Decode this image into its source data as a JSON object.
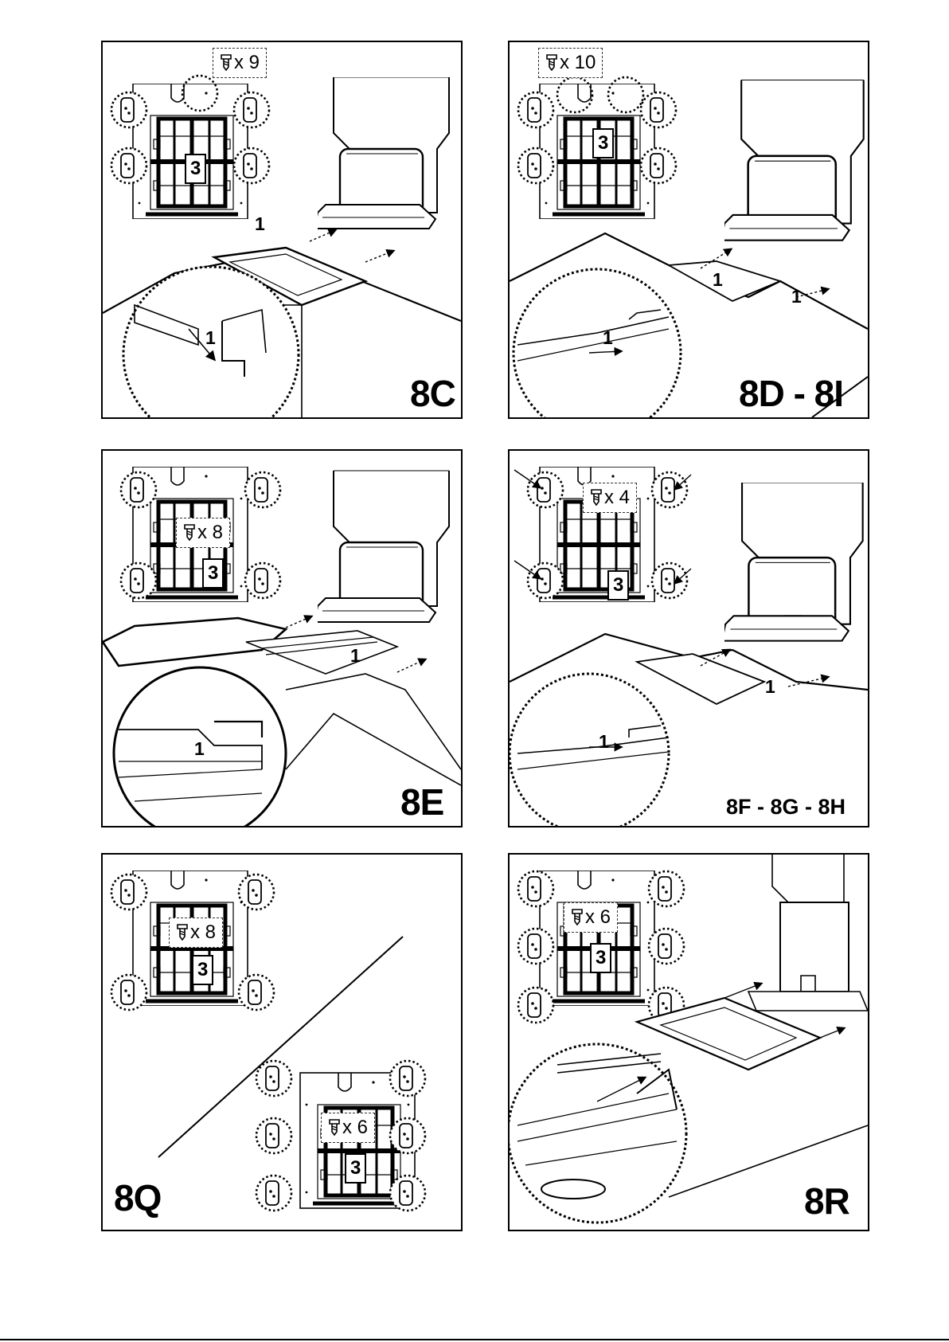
{
  "panels": [
    {
      "code": "8C",
      "screws": "x 9",
      "part": "3",
      "step": "1"
    },
    {
      "code": "8D - 8I",
      "screws": "x 10",
      "part": "3",
      "step": "1"
    },
    {
      "code": "8E",
      "screws": "x 8",
      "part": "3",
      "step": "1"
    },
    {
      "code": "8F - 8G - 8H",
      "screws": "x 4",
      "part": "3",
      "step": "1"
    },
    {
      "code": "8Q",
      "screws": "x 8",
      "screws_b": "x 6",
      "part": "3"
    },
    {
      "code": "8R",
      "screws": "x 6",
      "part": "3"
    }
  ],
  "icons": {
    "screw": "screw-icon",
    "hole": "screw-hole-icon",
    "arrow": "arrow-icon"
  }
}
